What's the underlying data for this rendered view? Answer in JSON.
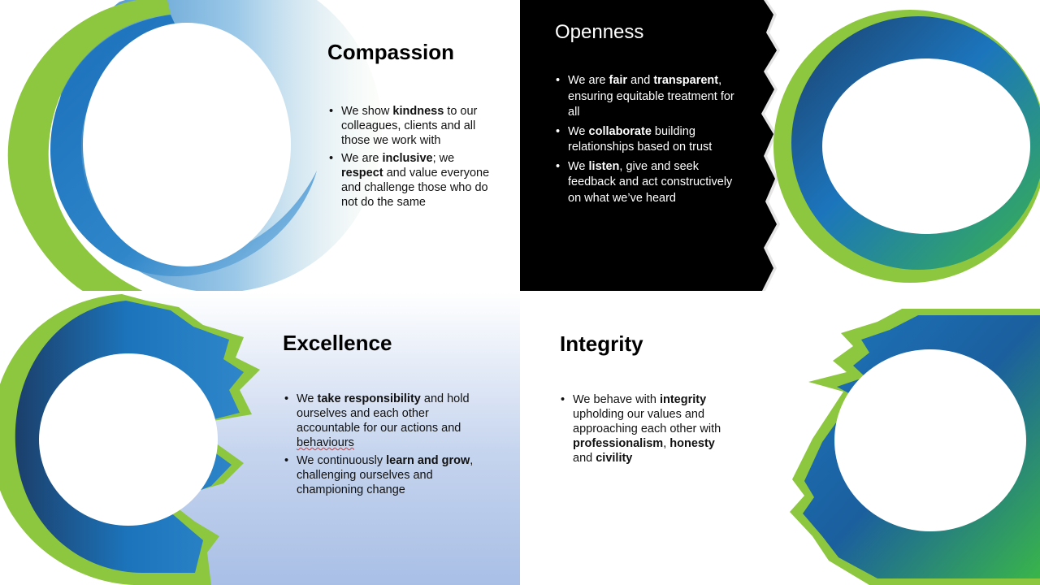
{
  "panels": [
    {
      "title": "Compassion",
      "bullets": [
        [
          [
            "We show ",
            false
          ],
          [
            "kindness",
            true
          ],
          [
            " to our colleagues, clients and all those we work with",
            false
          ]
        ],
        [
          [
            "We are ",
            false
          ],
          [
            "inclusive",
            true
          ],
          [
            "; we ",
            false
          ],
          [
            "respect",
            true
          ],
          [
            " and value everyone and challenge those who do not do the same",
            false
          ]
        ]
      ]
    },
    {
      "title": "Openness",
      "bullets": [
        [
          [
            "We are ",
            false
          ],
          [
            "fair",
            true
          ],
          [
            " and ",
            false
          ],
          [
            "transparent",
            true
          ],
          [
            ", ensuring equitable treatment for all",
            false
          ]
        ],
        [
          [
            "We ",
            false
          ],
          [
            "collaborate",
            true
          ],
          [
            " building relationships based on trust",
            false
          ]
        ],
        [
          [
            "We ",
            false
          ],
          [
            "listen",
            true
          ],
          [
            ", give and seek feedback and act constructively on what we’ve heard",
            false
          ]
        ]
      ]
    },
    {
      "title": "Excellence",
      "bullets": [
        [
          [
            "We ",
            false
          ],
          [
            "take responsibility",
            true
          ],
          [
            " and hold ourselves and each other accountable for our actions and ",
            false
          ],
          [
            "behaviours",
            false,
            "spell"
          ]
        ],
        [
          [
            "We continuously ",
            false
          ],
          [
            "learn and grow",
            true
          ],
          [
            ", challenging ourselves and championing change",
            false
          ]
        ]
      ]
    },
    {
      "title": "Integrity",
      "bullets": [
        [
          [
            "We behave with ",
            false
          ],
          [
            "integrity",
            true
          ],
          [
            " upholding our values and approaching each other with ",
            false
          ],
          [
            "professionalism",
            true
          ],
          [
            ", ",
            false
          ],
          [
            "honesty",
            true
          ],
          [
            " and ",
            false
          ],
          [
            "civility",
            true
          ]
        ]
      ]
    }
  ],
  "colors": {
    "green": "#8dc63f",
    "blue": "#1c75bc",
    "navy": "#1b3f6b",
    "black": "#000000",
    "excellence_bg_top": "#ffffff",
    "excellence_bg_bottom": "#a9bfe6"
  },
  "graphics": [
    "gradient-ring-icon",
    "torn-paper-edge"
  ]
}
